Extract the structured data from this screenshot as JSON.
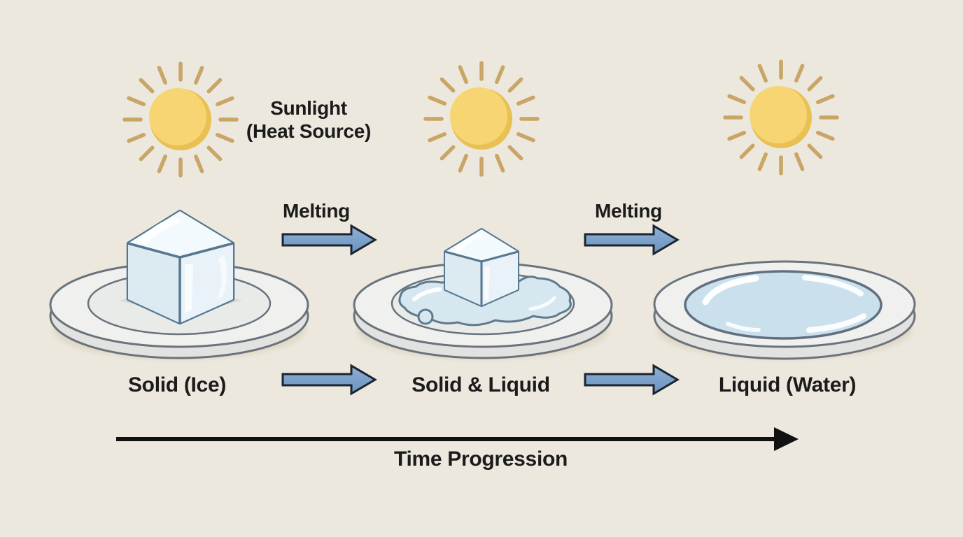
{
  "diagram": {
    "subject": "melting-process",
    "timeline": {
      "label": "Time Progression"
    }
  },
  "heat_source": {
    "icon": "sun-icon",
    "sun_count": 3,
    "label_line1": "Sunlight",
    "label_line2": "(Heat Source)"
  },
  "stages": [
    {
      "id": "solid",
      "label": "Solid (Ice)",
      "illustration": "plate-with-ice-cube"
    },
    {
      "id": "solid-liquid",
      "label": "Solid & Liquid",
      "illustration": "plate-with-melting-ice-and-puddle"
    },
    {
      "id": "liquid",
      "label": "Liquid (Water)",
      "illustration": "plate-with-water"
    }
  ],
  "transitions": [
    {
      "label": "Melting"
    },
    {
      "label": "Melting"
    }
  ],
  "colors": {
    "background": "#EDE8DE",
    "text": "#1B1B1B",
    "sun_core": "#F6D572",
    "sun_shade": "#E9C053",
    "sun_ray": "#C9A566",
    "arrow_fill": "#7CA2CA",
    "arrow_outline": "#1A2531",
    "plate_rim": "#F0F1EF",
    "plate_outline": "#6A737C",
    "ice_fill": "#E8F2F8",
    "ice_outline": "#56778F",
    "water_fill": "#CBE0ED",
    "timeline_arrow": "#111111"
  }
}
